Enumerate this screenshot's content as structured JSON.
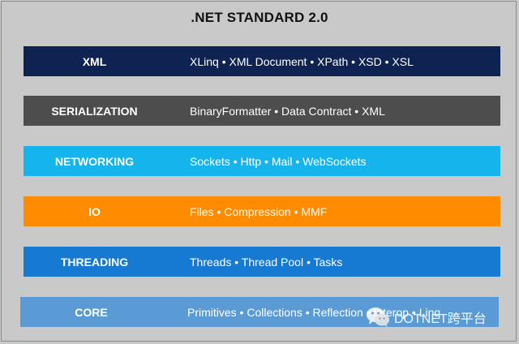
{
  "title": ".NET STANDARD 2.0",
  "layers": [
    {
      "name": "XML",
      "items": "XLinq • XML Document  • XPath • XSD • XSL",
      "color": "#0f2352"
    },
    {
      "name": "SERIALIZATION",
      "items": "BinaryFormatter • Data Contract • XML",
      "color": "#4d4d4d"
    },
    {
      "name": "NETWORKING",
      "items": "Sockets • Http • Mail • WebSockets",
      "color": "#16b4ec"
    },
    {
      "name": "IO",
      "items": "Files • Compression • MMF",
      "color": "#ff8c00"
    },
    {
      "name": "THREADING",
      "items": "Threads • Thread Pool • Tasks",
      "color": "#1679d2"
    },
    {
      "name": "CORE",
      "items": "Primitives • Collections • Reflection • Interop • Linq",
      "color": "#5b9bd5"
    }
  ],
  "watermark": {
    "text": "DOTNET跨平台",
    "icon": "wechat-icon"
  }
}
